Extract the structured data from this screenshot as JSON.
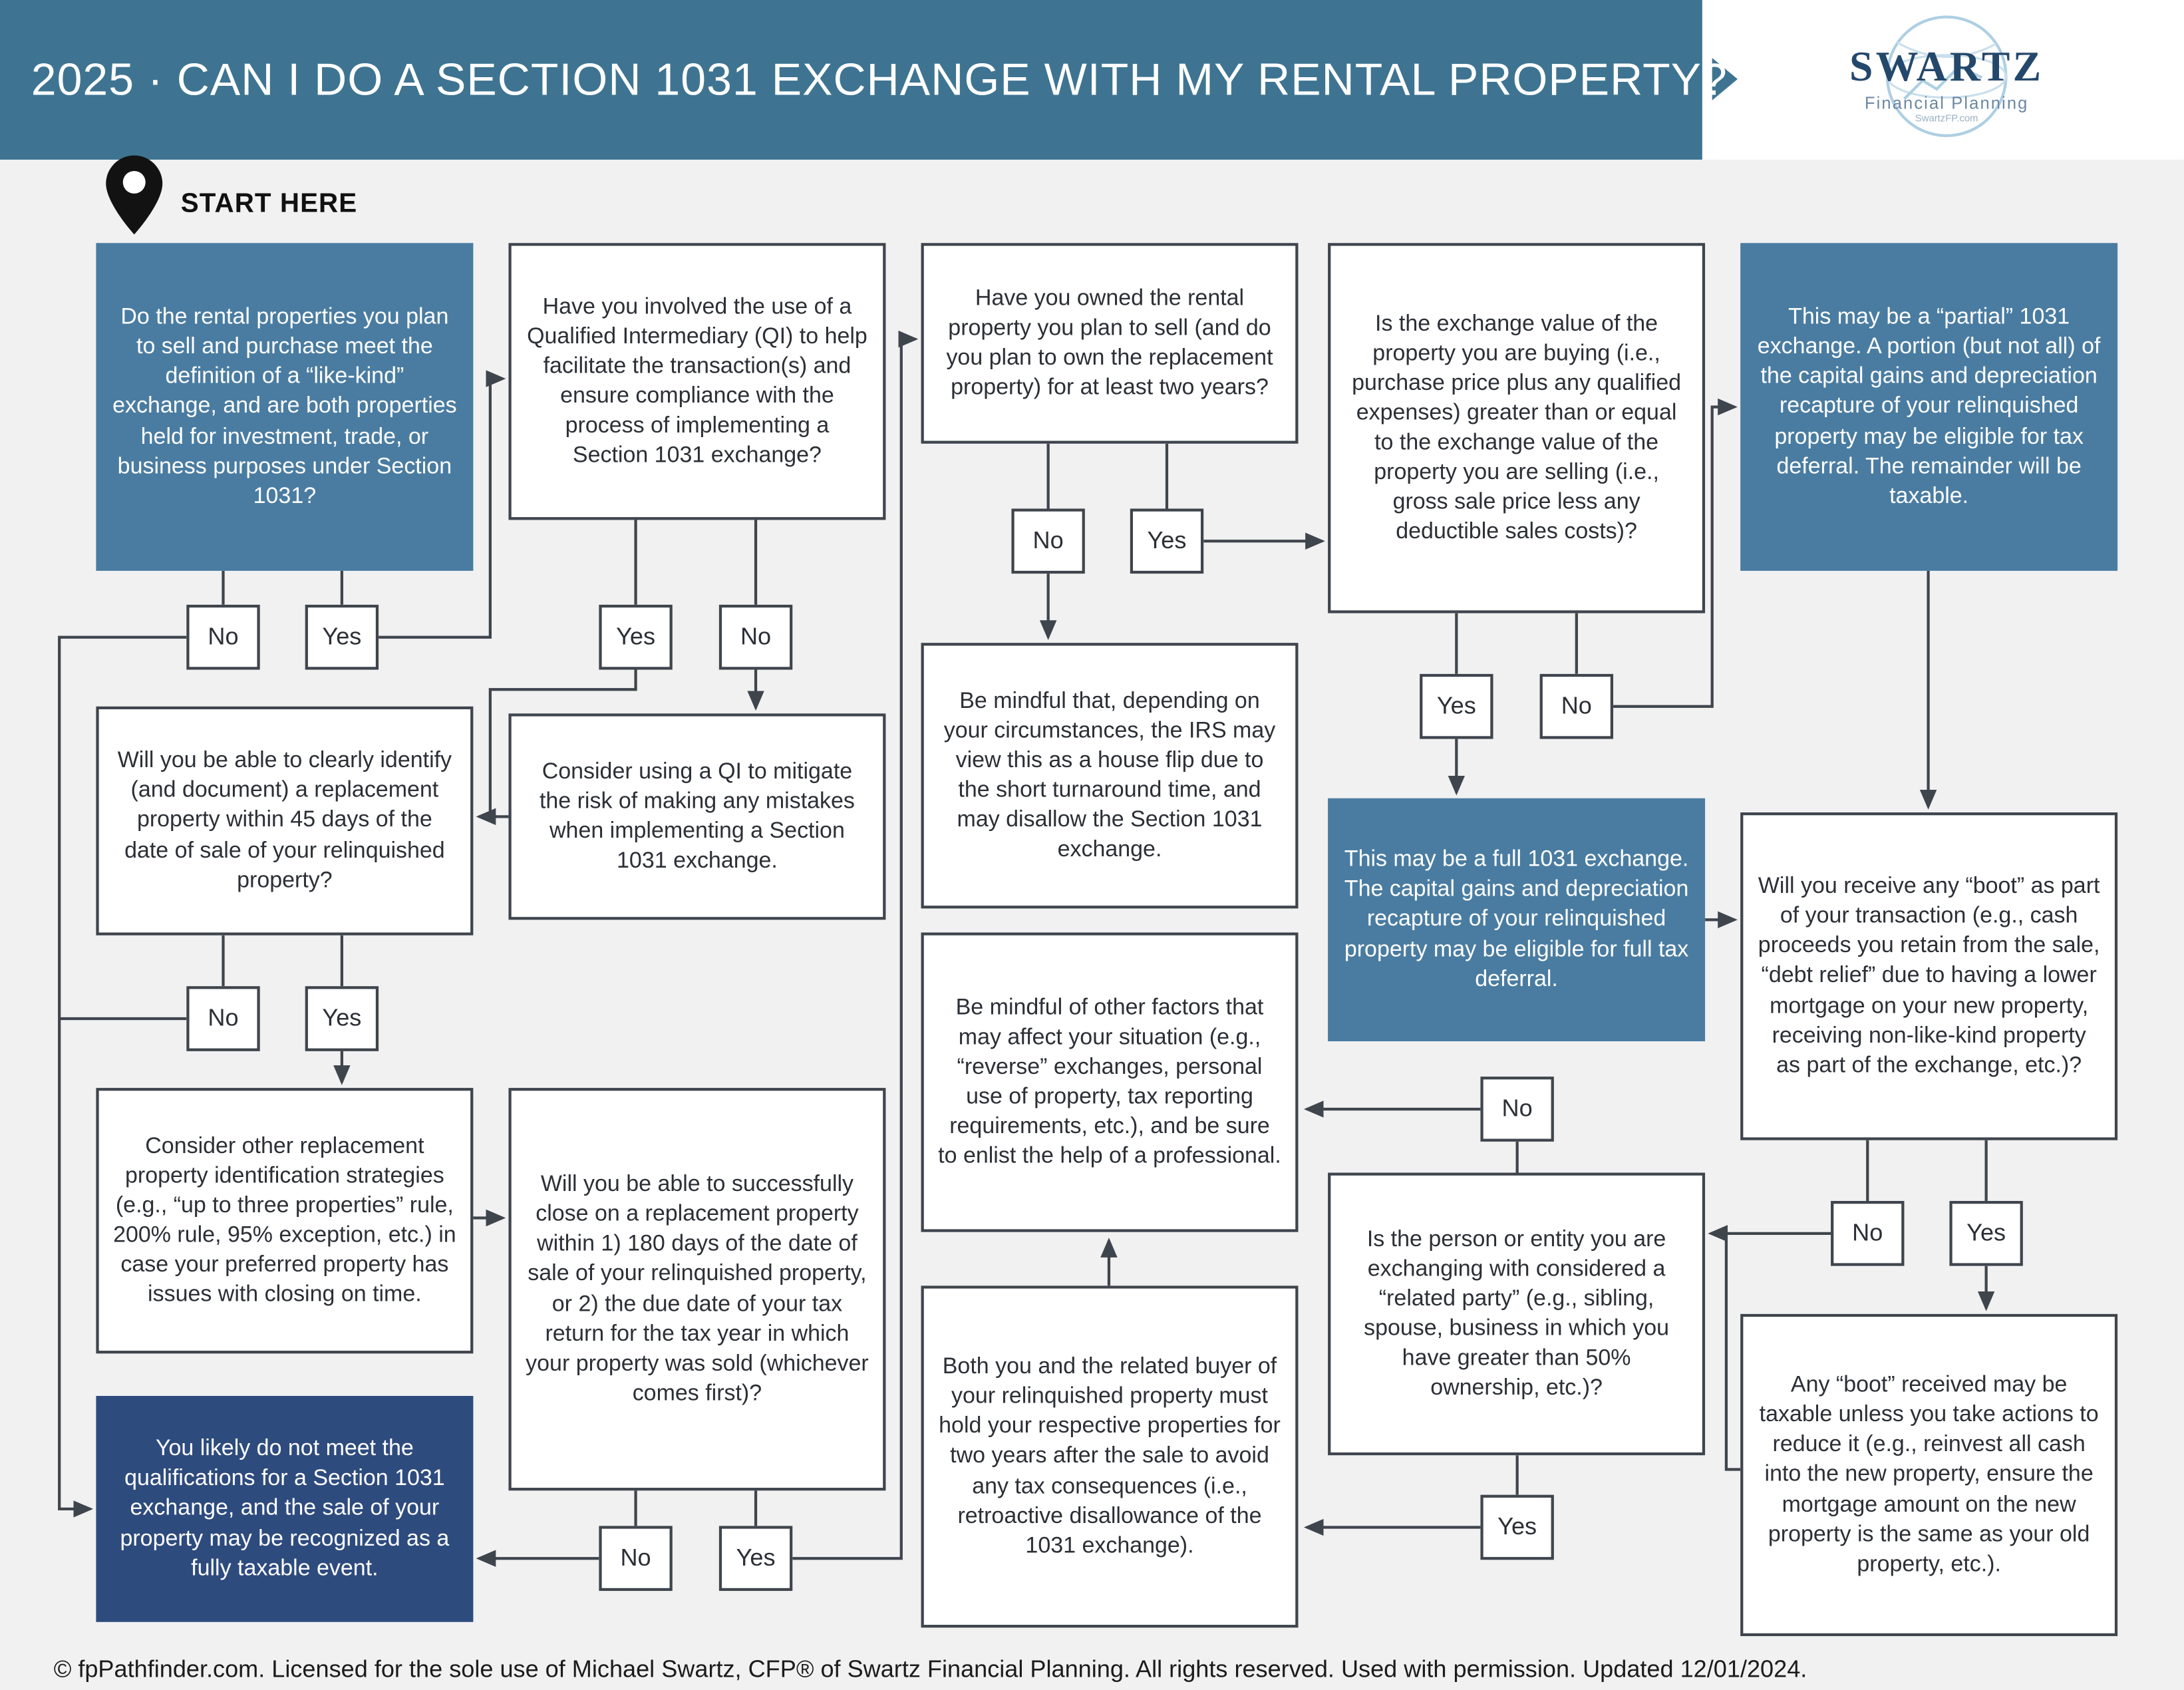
{
  "header": {
    "title": "2025 · CAN I DO A SECTION 1031 EXCHANGE WITH MY RENTAL PROPERTY?",
    "logo_name": "SWARTZ",
    "logo_subtitle": "Financial Planning",
    "logo_caption": "SwartzFP.com"
  },
  "start_label": "START HERE",
  "answers": {
    "no": "No",
    "yes": "Yes"
  },
  "nodes": {
    "q_likekind": "Do the rental properties you plan to sell and purchase meet the definition of a “like-kind” exchange, and are both properties held for investment, trade, or business purposes under Section 1031?",
    "q_qi": "Have you involved the use of a Qualified Intermediary (QI) to help facilitate the transaction(s) and ensure compliance with the process of implementing a Section 1031 exchange?",
    "q_twoyears": "Have you owned the rental property you plan to sell (and do you plan to own the replacement property) for at least two years?",
    "q_value": "Is the exchange value of the property you are buying (i.e., purchase price plus any qualified expenses) greater than or equal to the exchange value of the property you are selling (i.e., gross sale price less any deductible sales costs)?",
    "partial_exchange": "This may be a “partial” 1031 exchange. A portion (but not all) of the capital gains and depreciation recapture of your relinquished property may be eligible for tax deferral. The remainder will be taxable.",
    "q_45days": "Will you be able to clearly identify (and document) a replacement property within 45 days of the date of sale of your relinquished property?",
    "consider_qi": "Consider using a QI to mitigate the risk of making any mistakes when implementing a Section 1031 exchange.",
    "houseflip": "Be mindful that, depending on your circumstances, the IRS may view this as a house flip due to the short turnaround time, and may disallow the Section 1031 exchange.",
    "full_exchange": "This may be a full 1031 exchange. The capital gains and depreciation recapture of your relinquished property may be eligible for full tax deferral.",
    "q_boot": "Will you receive any “boot” as part of your transaction (e.g., cash proceeds you retain from the sale, “debt relief” due to having a lower mortgage on your new property, receiving non-like-kind property as part of the exchange, etc.)?",
    "consider_strategies": "Consider other replacement property identification strategies (e.g., “up to three properties” rule, 200% rule, 95% exception, etc.) in case your preferred property has issues with closing on time.",
    "q_180days": "Will you be able to successfully close on a replacement property within 1) 180 days of the date of sale of your relinquished property, or 2) the due date of your tax return for the tax year in which your property was sold (whichever comes first)?",
    "other_factors": "Be mindful of other factors that may affect your situation (e.g., “reverse” exchanges, personal use of property, tax reporting requirements, etc.), and be sure to enlist the help of a professional.",
    "q_related": "Is the person or entity you are exchanging with considered a “related party” (e.g., sibling, spouse, business in which you have greater than 50% ownership, etc.)?",
    "not_qualify": "You likely do not meet the qualifications for a Section 1031 exchange, and the sale of your property may be recognized as a fully taxable event.",
    "related_hold": "Both you and the related buyer of your relinquished property must hold your respective properties for two years after the sale to avoid any tax consequences (i.e., retroactive disallowance of the 1031 exchange).",
    "boot_taxable": "Any “boot” received may be taxable unless you take actions to reduce it (e.g., reinvest all cash into the new property, ensure the mortgage amount on the new property is the same as your old property, etc.)."
  },
  "footer": "© fpPathfinder.com. Licensed for the sole use of Michael Swartz, CFP® of Swartz Financial Planning. All rights reserved. Used with permission. Updated 12/01/2024.",
  "colors": {
    "header_bar": "#3E7491",
    "teal_node": "#4A7CA1",
    "dark_node": "#2E4B7E",
    "line": "#3F454D",
    "background": "#F1F1F2"
  }
}
